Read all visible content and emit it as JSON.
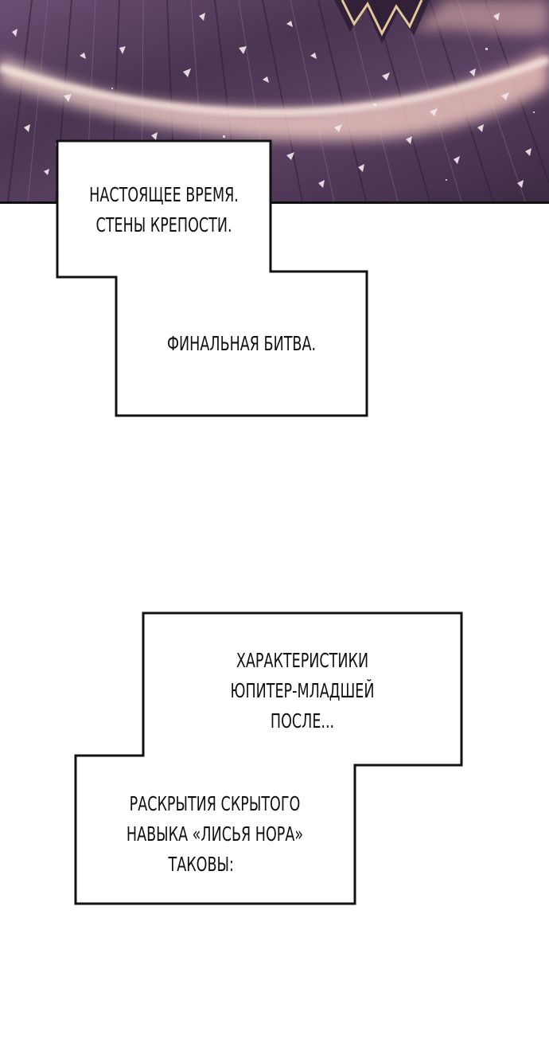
{
  "captions": {
    "box1": {
      "line1": "НАСТОЯЩЕЕ ВРЕМЯ.",
      "line2": "СТЕНЫ КРЕПОСТИ."
    },
    "box2": {
      "line1": "ФИНАЛЬНАЯ БИТВА."
    },
    "box3": {
      "line1": "ХАРАКТЕРИСТИКИ",
      "line2": "ЮПИТЕР-МЛАДШЕЙ",
      "line3": "ПОСЛЕ..."
    },
    "box4": {
      "line1": "РАСКРЫТИЯ СКРЫТОГО",
      "line2": "НАВЫКА «ЛИСЬЯ НОРА»",
      "line3": "ТАКОВЫ:"
    }
  },
  "colors": {
    "panel_purple": "#4a3552",
    "glow_pink": "#f3cfc6",
    "border": "#111111",
    "background": "#ffffff"
  }
}
